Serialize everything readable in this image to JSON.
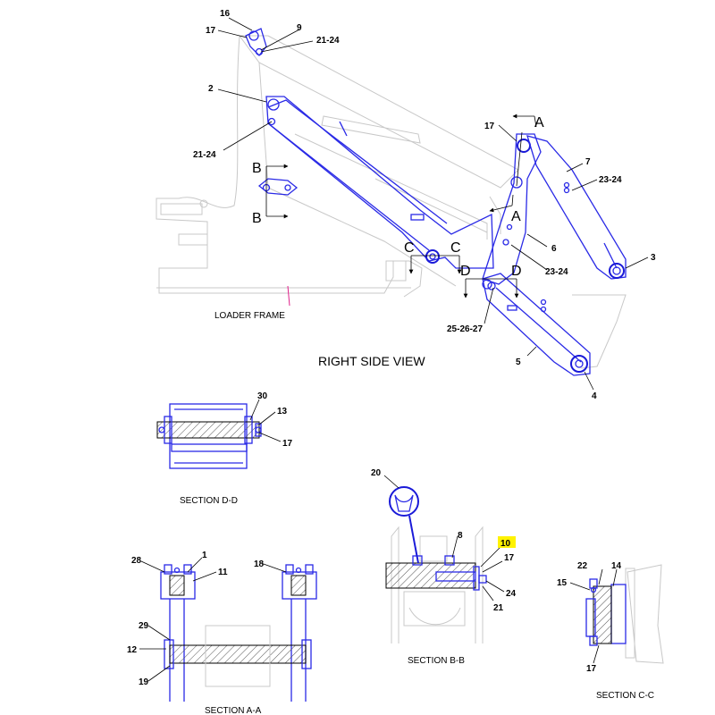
{
  "callouts": {
    "c16": "16",
    "c17a": "17",
    "c9": "9",
    "c2124a": "21-24",
    "c2": "2",
    "c2124b": "21-24",
    "c17b": "17",
    "c7": "7",
    "c2324a": "23-24",
    "c3": "3",
    "c6": "6",
    "c2324b": "23-24",
    "c252627": "25-26-27",
    "c5": "5",
    "c4": "4",
    "c30": "30",
    "c13": "13",
    "c17c": "17",
    "c28": "28",
    "c1": "1",
    "c11": "11",
    "c18": "18",
    "c29": "29",
    "c12": "12",
    "c19": "19",
    "c20": "20",
    "c8": "8",
    "c10": "10",
    "c17d": "17",
    "c24": "24",
    "c21": "21",
    "c22": "22",
    "c14": "14",
    "c15": "15",
    "c17e": "17"
  },
  "section_letters": {
    "a_top": "A",
    "a_bottom": "A",
    "b_top": "B",
    "b_bottom": "B",
    "c_left": "C",
    "c_right": "C",
    "d_left": "D",
    "d_right": "D"
  },
  "captions": {
    "loader_frame": "LOADER FRAME",
    "right_side_view": "RIGHT SIDE VIEW",
    "section_dd": "SECTION D-D",
    "section_aa": "SECTION A-A",
    "section_bb": "SECTION B-B",
    "section_cc": "SECTION C-C"
  },
  "colors": {
    "part_line": "#2a2ae6",
    "ghost_line": "#c8c8c8",
    "highlight": "#fff200",
    "leader_accent": "#e0208a"
  }
}
